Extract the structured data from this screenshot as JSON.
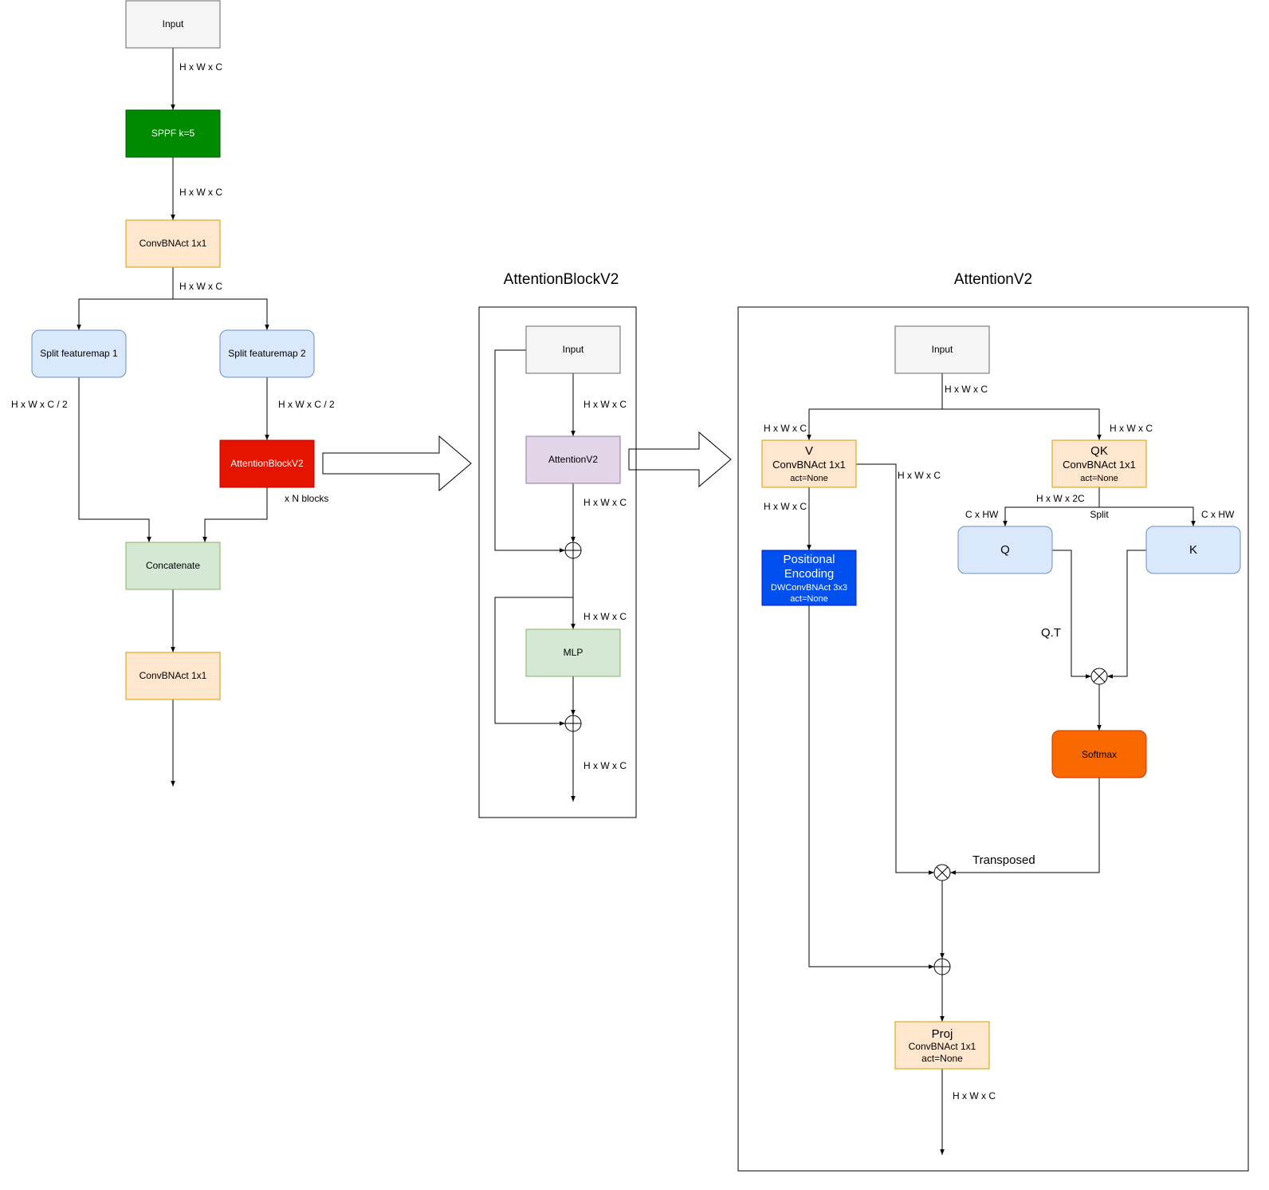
{
  "colors": {
    "input_fill": "#f5f5f5",
    "input_stroke": "#666666",
    "sppf_fill": "#008a00",
    "sppf_stroke": "#005700",
    "conv_fill": "#ffe6cc",
    "conv_stroke": "#d79b00",
    "split_fill": "#dae8fc",
    "split_stroke": "#6c8ebf",
    "attnblock_fill": "#e51400",
    "attnblock_stroke": "#b20000",
    "concat_fill": "#d5e8d4",
    "concat_stroke": "#82b366",
    "attn_fill": "#e1d5e7",
    "attn_stroke": "#9673a6",
    "pe_fill": "#0050ef",
    "pe_stroke": "#001dbc",
    "softmax_fill": "#fa6800",
    "softmax_stroke": "#c73500"
  },
  "left": {
    "input": "Input",
    "sppf": "SPPF k=5",
    "conv1": "ConvBNAct 1x1",
    "split1": "Split featuremap 1",
    "split2": "Split featuremap 2",
    "attnblock": "AttentionBlockV2",
    "concat": "Concatenate",
    "conv2": "ConvBNAct 1x1",
    "lbl_hwc_1": "H x W x C",
    "lbl_hwc_2": "H x W x C",
    "lbl_hwc_3": "H x W x C",
    "lbl_half_1": "H x W x C / 2",
    "lbl_half_2": "H x W x C / 2",
    "lbl_nblocks": "x N blocks"
  },
  "block": {
    "title": "AttentionBlockV2",
    "input": "Input",
    "attention": "AttentionV2",
    "mlp": "MLP",
    "lbl_1": "H x W x C",
    "lbl_2": "H x W x C",
    "lbl_3": "H x W x C",
    "lbl_4": "H x W x C"
  },
  "attn": {
    "title": "AttentionV2",
    "input": "Input",
    "v_title": "V",
    "v_sub": "ConvBNAct 1x1",
    "v_act": "act=None",
    "qk_title": "QK",
    "qk_sub": "ConvBNAct 1x1",
    "qk_act": "act=None",
    "pe_line1": "Positional",
    "pe_line2": "Encoding",
    "pe_sub": "DWConvBNAct 3x3",
    "pe_act": "act=None",
    "q": "Q",
    "k": "K",
    "softmax": "Softmax",
    "proj_title": "Proj",
    "proj_sub": "ConvBNAct 1x1",
    "proj_act": "act=None",
    "lbl_in": "H x W x C",
    "lbl_v_in": "H x W x C",
    "lbl_qk_in": "H x W x C",
    "lbl_v_side": "H x W x C",
    "lbl_v_down": "H x W x C",
    "lbl_2c": "H x W x 2C",
    "lbl_split": "Split",
    "lbl_chw_q": "C x HW",
    "lbl_chw_k": "C x HW",
    "lbl_qt": "Q.T",
    "lbl_transposed": "Transposed",
    "lbl_out": "H x W x C"
  }
}
